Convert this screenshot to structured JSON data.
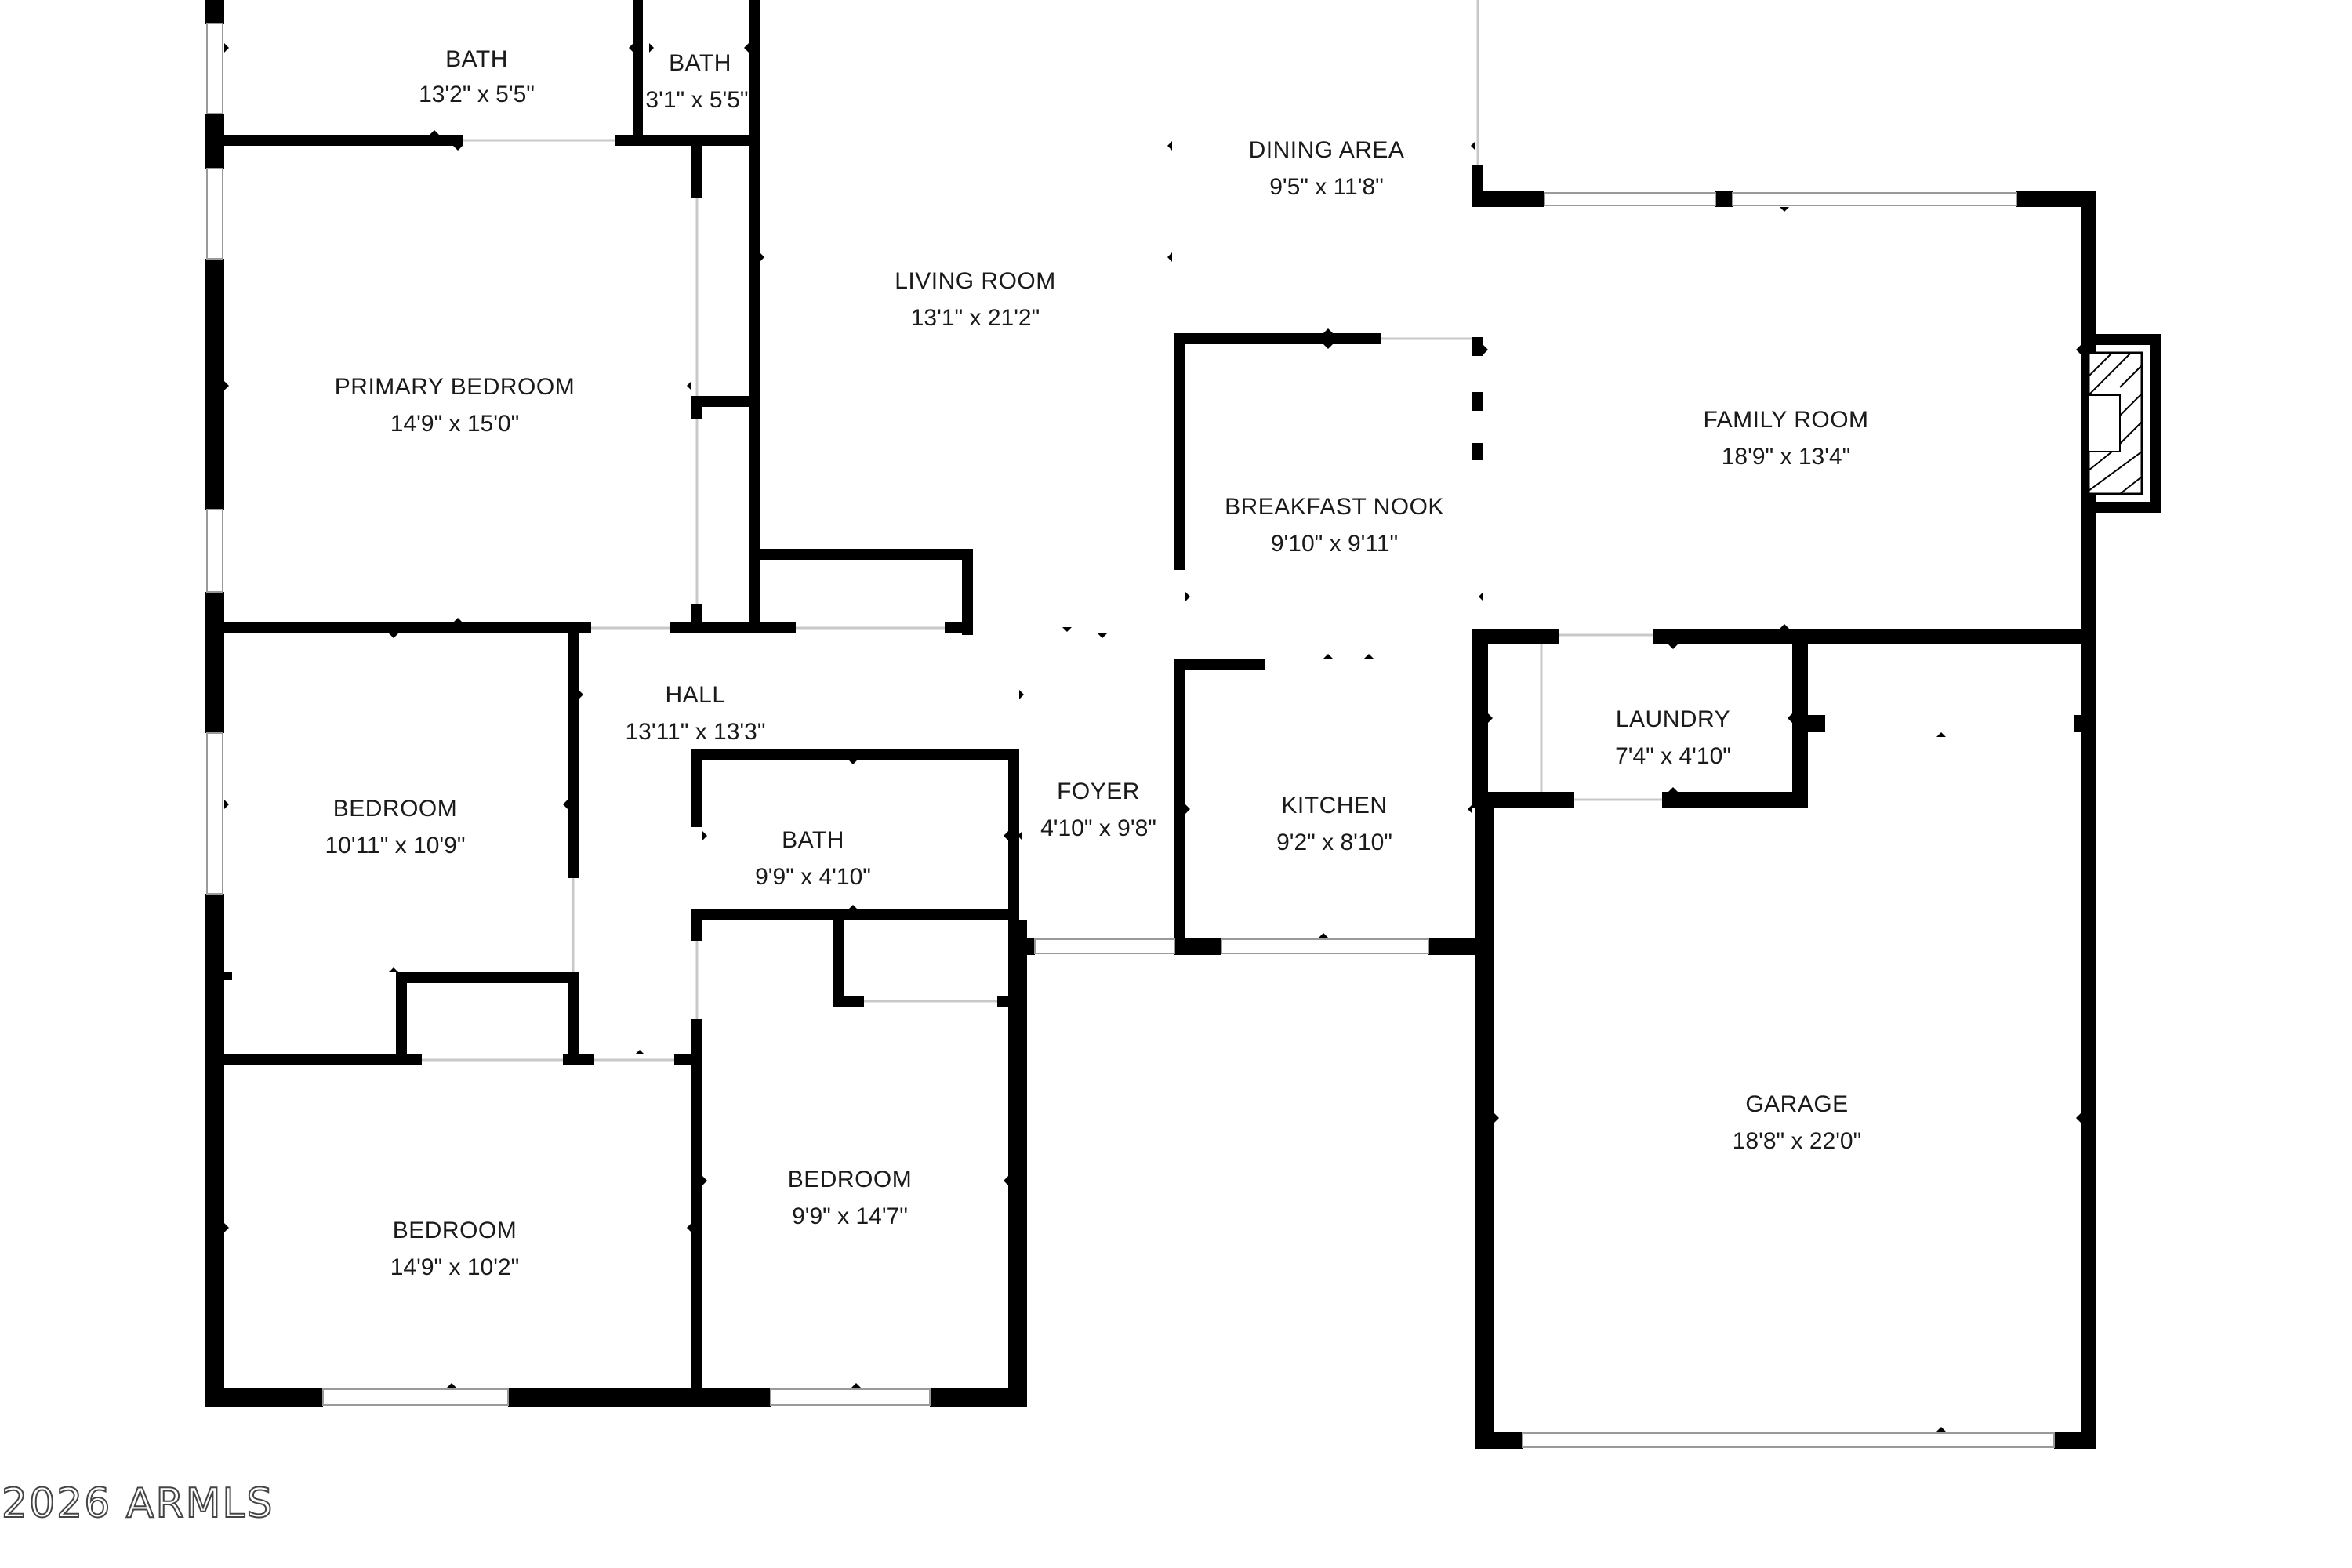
{
  "rooms": {
    "bath_primary": {
      "name": "BATH",
      "dims": "13'2\" x 5'5\""
    },
    "bath_small": {
      "name": "BATH",
      "dims": "3'1\" x 5'5\""
    },
    "dining": {
      "name": "DINING AREA",
      "dims": "9'5\" x 11'8\""
    },
    "living": {
      "name": "LIVING ROOM",
      "dims": "13'1\" x 21'2\""
    },
    "primary_bedroom": {
      "name": "PRIMARY BEDROOM",
      "dims": "14'9\" x 15'0\""
    },
    "family": {
      "name": "FAMILY ROOM",
      "dims": "18'9\" x 13'4\""
    },
    "breakfast": {
      "name": "BREAKFAST NOOK",
      "dims": "9'10\" x 9'11\""
    },
    "hall": {
      "name": "HALL",
      "dims": "13'11\" x 13'3\""
    },
    "laundry": {
      "name": "LAUNDRY",
      "dims": "7'4\" x 4'10\""
    },
    "bedroom_2": {
      "name": "BEDROOM",
      "dims": "10'11\" x 10'9\""
    },
    "foyer": {
      "name": "FOYER",
      "dims": "4'10\" x 9'8\""
    },
    "kitchen": {
      "name": "KITCHEN",
      "dims": "9'2\" x 8'10\""
    },
    "bath_hall": {
      "name": "BATH",
      "dims": "9'9\" x 4'10\""
    },
    "garage": {
      "name": "GARAGE",
      "dims": "18'8\" x 22'0\""
    },
    "bedroom_3": {
      "name": "BEDROOM",
      "dims": "9'9\" x 14'7\""
    },
    "bedroom_4": {
      "name": "BEDROOM",
      "dims": "14'9\" x 10'2\""
    }
  },
  "watermark": "2026 ARMLS",
  "colors": {
    "wall": "#000000",
    "background": "#ffffff",
    "text": "#1a1a1a"
  }
}
